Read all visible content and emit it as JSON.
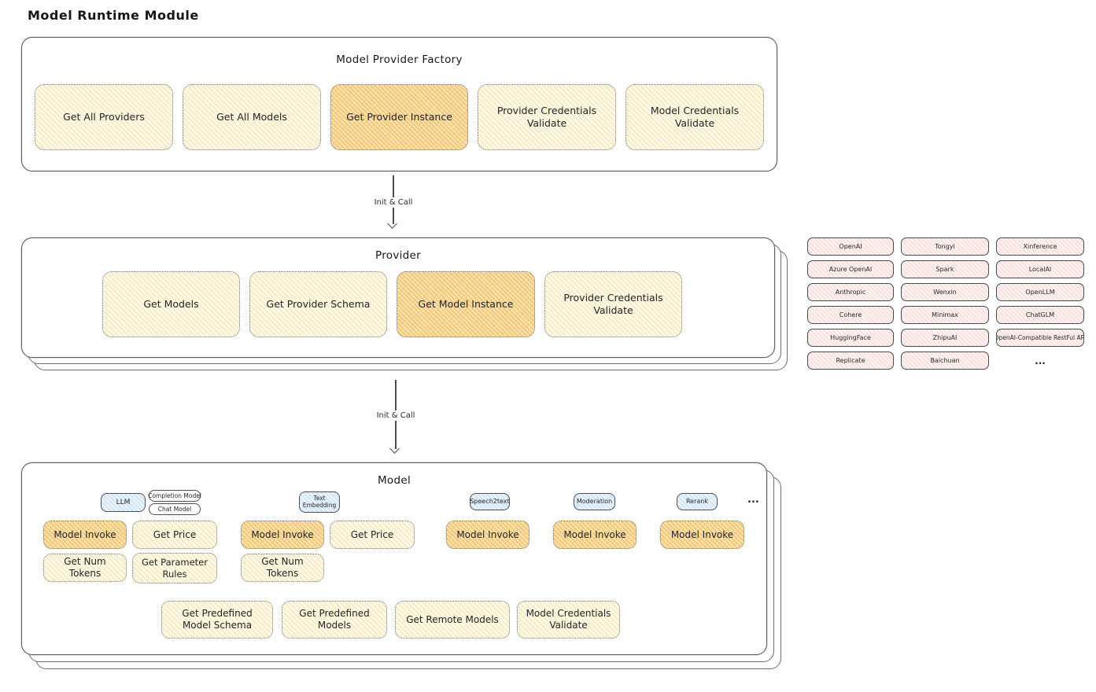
{
  "page_title": "Model Runtime Module",
  "factory": {
    "title": "Model Provider Factory",
    "buttons": [
      {
        "label": "Get All Providers",
        "highlighted": false
      },
      {
        "label": "Get All Models",
        "highlighted": false
      },
      {
        "label": "Get Provider Instance",
        "highlighted": true
      },
      {
        "label": "Provider Credentials Validate",
        "highlighted": false
      },
      {
        "label": "Model Credentials Validate",
        "highlighted": false
      }
    ]
  },
  "arrows": {
    "factory_to_provider": "Init & Call",
    "provider_to_model": "Init & Call"
  },
  "provider": {
    "title": "Provider",
    "buttons": [
      {
        "label": "Get Models",
        "highlighted": false
      },
      {
        "label": "Get Provider Schema",
        "highlighted": false
      },
      {
        "label": "Get Model Instance",
        "highlighted": true
      },
      {
        "label": "Provider Credentials Validate",
        "highlighted": false
      }
    ]
  },
  "providers_list": {
    "items": [
      "OpenAI",
      "Tongyi",
      "Xinference",
      "Azure OpenAI",
      "Spark",
      "LocalAI",
      "Anthropic",
      "Wenxin",
      "OpenLLM",
      "Cohere",
      "Minimax",
      "ChatGLM",
      "HuggingFace",
      "ZhipuAI",
      "OpenAI-Compatible RestFul API",
      "Replicate",
      "Baichuan"
    ],
    "more": "..."
  },
  "model": {
    "title": "Model",
    "tabs": {
      "llm": "LLM",
      "completion_model": "Completion Model",
      "chat_model": "Chat Model",
      "text_embedding": "Text Embedding",
      "speech2text": "Speech2text",
      "moderation": "Moderation",
      "rerank": "Rerank",
      "more": "..."
    },
    "llm": {
      "invoke": "Model Invoke",
      "get_price": "Get Price",
      "get_num_tokens": "Get Num Tokens",
      "get_parameter_rules": "Get Parameter Rules"
    },
    "text_embedding": {
      "invoke": "Model Invoke",
      "get_price": "Get Price",
      "get_num_tokens": "Get Num Tokens"
    },
    "speech2text": {
      "invoke": "Model Invoke"
    },
    "moderation": {
      "invoke": "Model Invoke"
    },
    "rerank": {
      "invoke": "Model Invoke"
    },
    "common_buttons": [
      "Get Predefined Model Schema",
      "Get Predefined Models",
      "Get Remote Models",
      "Model Credentials Validate"
    ]
  },
  "colors": {
    "node_fill_yellow": "#fdf8e3",
    "node_hatch_yellow": "#e9b558",
    "node_fill_highlight": "#fae2ab",
    "node_hatch_highlight": "#e6982b",
    "provider_fill_pink": "#fdf1ef",
    "provider_hatch_pink": "#df766c",
    "tab_fill_blue": "#e9f3fb",
    "tab_hatch_blue": "#6ea6db",
    "stroke": "#5a5f66",
    "text": "#1f2328",
    "background": "#ffffff"
  }
}
